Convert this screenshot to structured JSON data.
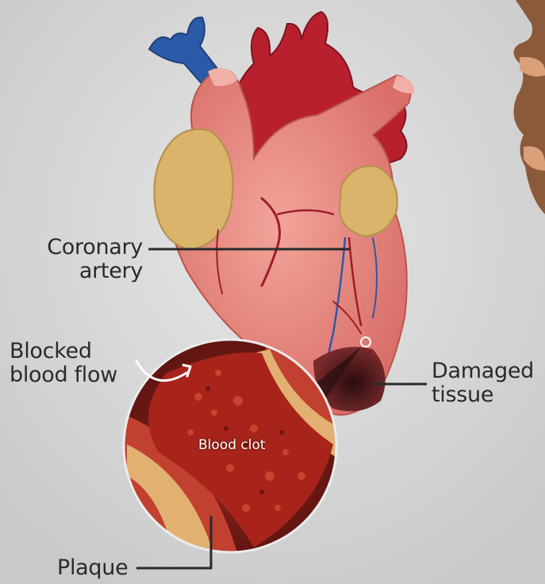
{
  "labels": {
    "coronary_artery": [
      "Coronary",
      "artery"
    ],
    "blocked_flow": [
      "Blocked",
      "blood flow"
    ],
    "damaged_tissue": [
      "Damaged",
      "tissue"
    ],
    "blood_clot": "Blood clot",
    "plaque": "Plaque"
  },
  "colors": {
    "background": "#d9d9d9",
    "heart_muscle": "#e9867e",
    "aorta_red": "#b8202e",
    "vein_blue": "#2a5aa8",
    "fat_yellow": "#d9b46a",
    "damaged_dark": "#3a1416",
    "leader_line": "#2a2a2a"
  },
  "icons": [
    "curved-arrow-icon",
    "hand-icon"
  ]
}
